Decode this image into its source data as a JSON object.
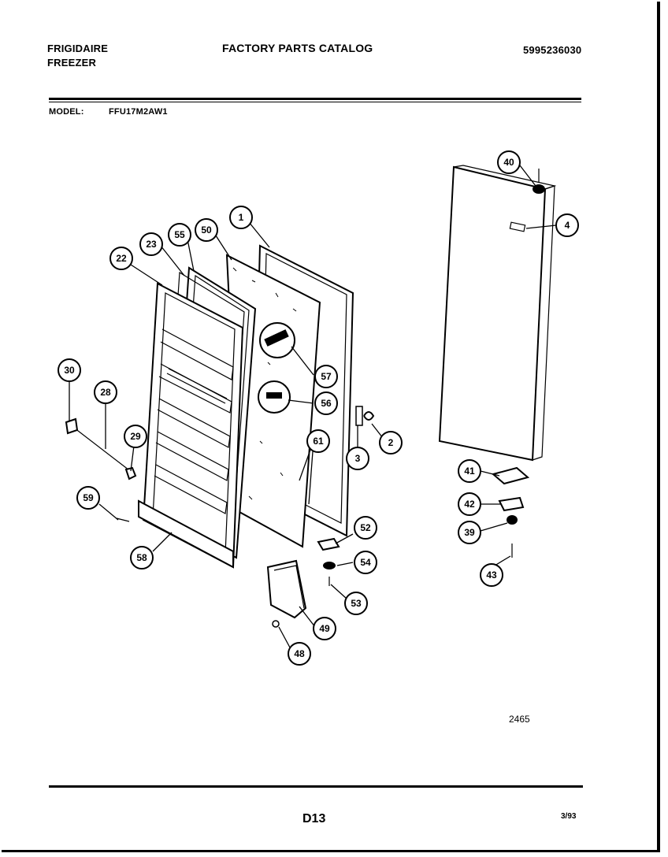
{
  "header": {
    "brand": "FRIGIDAIRE",
    "product": "FREEZER",
    "title": "FACTORY PARTS CATALOG",
    "catalog_number": "5995236030",
    "model_label": "MODEL:",
    "model_value": "FFU17M2AW1"
  },
  "callouts": [
    "1",
    "2",
    "3",
    "4",
    "22",
    "23",
    "28",
    "29",
    "30",
    "39",
    "40",
    "41",
    "42",
    "43",
    "48",
    "49",
    "50",
    "52",
    "53",
    "54",
    "55",
    "56",
    "57",
    "58",
    "59",
    "61"
  ],
  "illustration_number": "2465",
  "footer": {
    "page_code": "D13",
    "date_code": "3/93"
  }
}
